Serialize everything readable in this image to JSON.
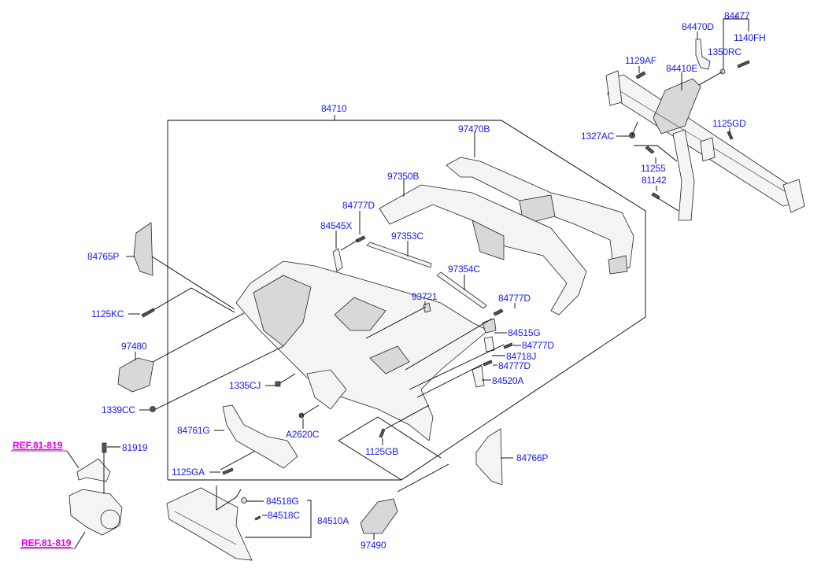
{
  "diagram": {
    "title": "Crash Pad / Instrument Panel assembly exploded view",
    "label_color": "#1a1aee",
    "reference_color": "#e000e0",
    "callouts": {
      "c84477": "84477",
      "c84470D": "84470D",
      "c1140FH": "1140FH",
      "c1129AF": "1129AF",
      "c1350RC": "1350RC",
      "c84410E": "84410E",
      "c84710": "84710",
      "c97470B": "97470B",
      "c1327AC": "1327AC",
      "c1125GD": "1125GD",
      "c11255": "11255",
      "c81142": "81142",
      "c97350B": "97350B",
      "c84777D_a": "84777D",
      "c84545X": "84545X",
      "c97353C": "97353C",
      "c84765P": "84765P",
      "c97354C": "97354C",
      "c93721": "93721",
      "c84777D_b": "84777D",
      "c1125KC": "1125KC",
      "c84515G": "84515G",
      "c84777D_c": "84777D",
      "c97480": "97480",
      "c84718J": "84718J",
      "c84777D_d": "84777D",
      "c84520A": "84520A",
      "c1335CJ": "1335CJ",
      "c1339CC": "1339CC",
      "c84761G": "84761G",
      "cA2620C": "A2620C",
      "c1125GB": "1125GB",
      "c81919": "81919",
      "c84766P": "84766P",
      "c1125GA": "1125GA",
      "c84518G": "84518G",
      "c84518C": "84518C",
      "c84510A": "84510A",
      "c97490": "97490"
    },
    "references": {
      "ref_top": "REF.81-819",
      "ref_bottom": "REF.81-819"
    }
  }
}
